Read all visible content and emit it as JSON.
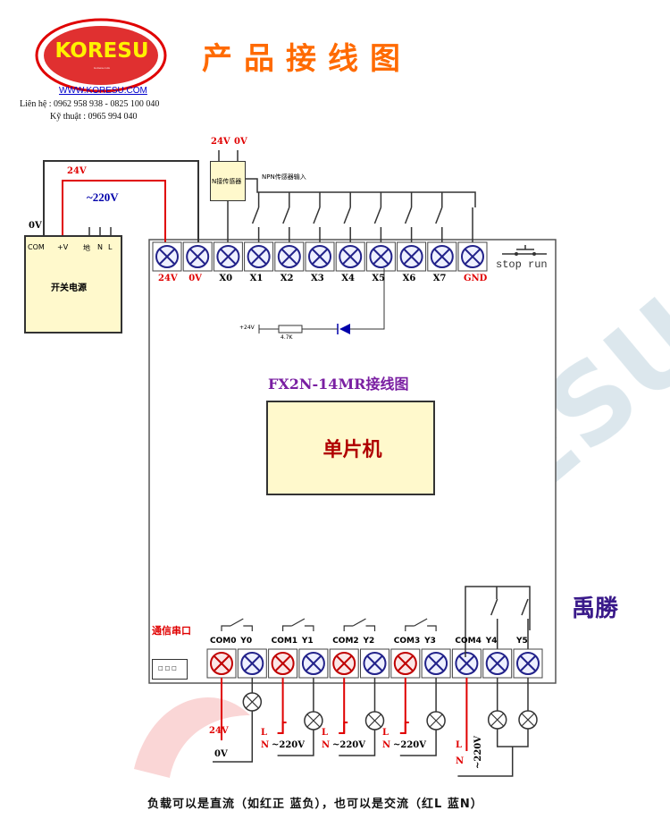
{
  "header": {
    "logo_text": "KORESU",
    "logo_subtext": "koresu.com",
    "page_title": "产品接线图",
    "website": "WWW.KORESU.COM",
    "contact": "Liên hệ : 0962 958 938 - 0825 100 040",
    "tech_support": "Kỹ thuật : 0965 994 040"
  },
  "colors": {
    "logo_ring": "#e00000",
    "logo_fill": "#e03030",
    "logo_text": "#fff200",
    "title_orange": "#ff6a00",
    "wire_red": "#e00000",
    "wire_dark": "#333333",
    "box_fill": "#fff9cc",
    "diagram_title_purple": "#7a1fa2"
  },
  "power_supply": {
    "label": "开关电源",
    "terminals": [
      "COM",
      "+V",
      "地",
      "N",
      "L"
    ],
    "ac_input": "~220V",
    "dc_plus": "24V",
    "dc_minus": "0V"
  },
  "sensor": {
    "label": "N接传感器",
    "supply_plus": "24V",
    "supply_minus": "0V",
    "input_note": "NPN传感器输入"
  },
  "input_terminals": [
    {
      "label": "24V",
      "red": true
    },
    {
      "label": "0V",
      "red": true
    },
    {
      "label": "X0",
      "red": false
    },
    {
      "label": "X1",
      "red": false
    },
    {
      "label": "X2",
      "red": false
    },
    {
      "label": "X3",
      "red": false
    },
    {
      "label": "X4",
      "red": false
    },
    {
      "label": "X5",
      "red": false
    },
    {
      "label": "X6",
      "red": false
    },
    {
      "label": "X7",
      "red": false
    },
    {
      "label": "GND",
      "red": true
    }
  ],
  "stop_run_label": "stop run",
  "led_circuit": {
    "supply": "+24V",
    "resistor": "4.7K"
  },
  "diagram_title": "FX2N-14MR接线图",
  "mcu_label": "单片机",
  "comm_port": {
    "label": "通信串口",
    "pins": "□ □ □"
  },
  "output_groups_labels": [
    "COM0",
    "Y0",
    "COM1",
    "Y1",
    "COM2",
    "Y2",
    "COM3",
    "Y3",
    "COM4",
    "Y4",
    "Y5"
  ],
  "output_loads": {
    "dc_plus": "24V",
    "dc_minus": "0V",
    "ac_L": "L",
    "ac_N": "N",
    "ac_voltage": "~220V"
  },
  "brand_mark": "禹勝",
  "footer": "负载可以是直流（如红正 蓝负），也可以是交流（红L 蓝N）"
}
